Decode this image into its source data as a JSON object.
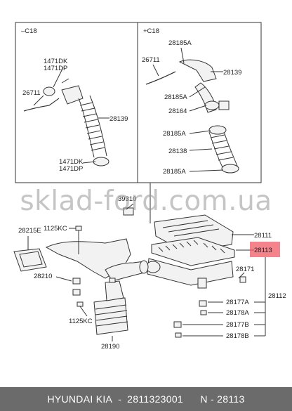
{
  "panels": {
    "left_title": "–C18",
    "right_title": "+C18"
  },
  "labels": {
    "l_1471DK_top": "1471DK",
    "l_1471DP_top": "1471DP",
    "l_26711": "26711",
    "l_28139": "28139",
    "l_1471DK_bot": "1471DK",
    "l_1471DP_bot": "1471DP",
    "r_28185A_1": "28185A",
    "r_26711": "26711",
    "r_28139": "28139",
    "r_28185A_2": "28185A",
    "r_28164": "28164",
    "r_28185A_3": "28185A",
    "r_28138": "28138",
    "r_28185A_4": "28185A",
    "m_39310": "39310",
    "m_28111": "28111",
    "m_28113": "28113",
    "m_28215E": "28215E",
    "m_1125KC_1": "1125KC",
    "m_28210": "28210",
    "m_1125KC_2": "1125KC",
    "m_28190": "28190",
    "m_28171": "28171",
    "m_28112": "28112",
    "m_28177A": "28177A",
    "m_28178A": "28178A",
    "m_28177B": "28177B",
    "m_28178B": "28178B"
  },
  "watermark": "sklad-ford.com.ua",
  "footer": {
    "brand": "HYUNDAI  KIA",
    "part_number": "2811323001",
    "ref": "N - 28113"
  },
  "colors": {
    "highlight": "#f05a66",
    "footer_bg": "#6b6b6b"
  }
}
